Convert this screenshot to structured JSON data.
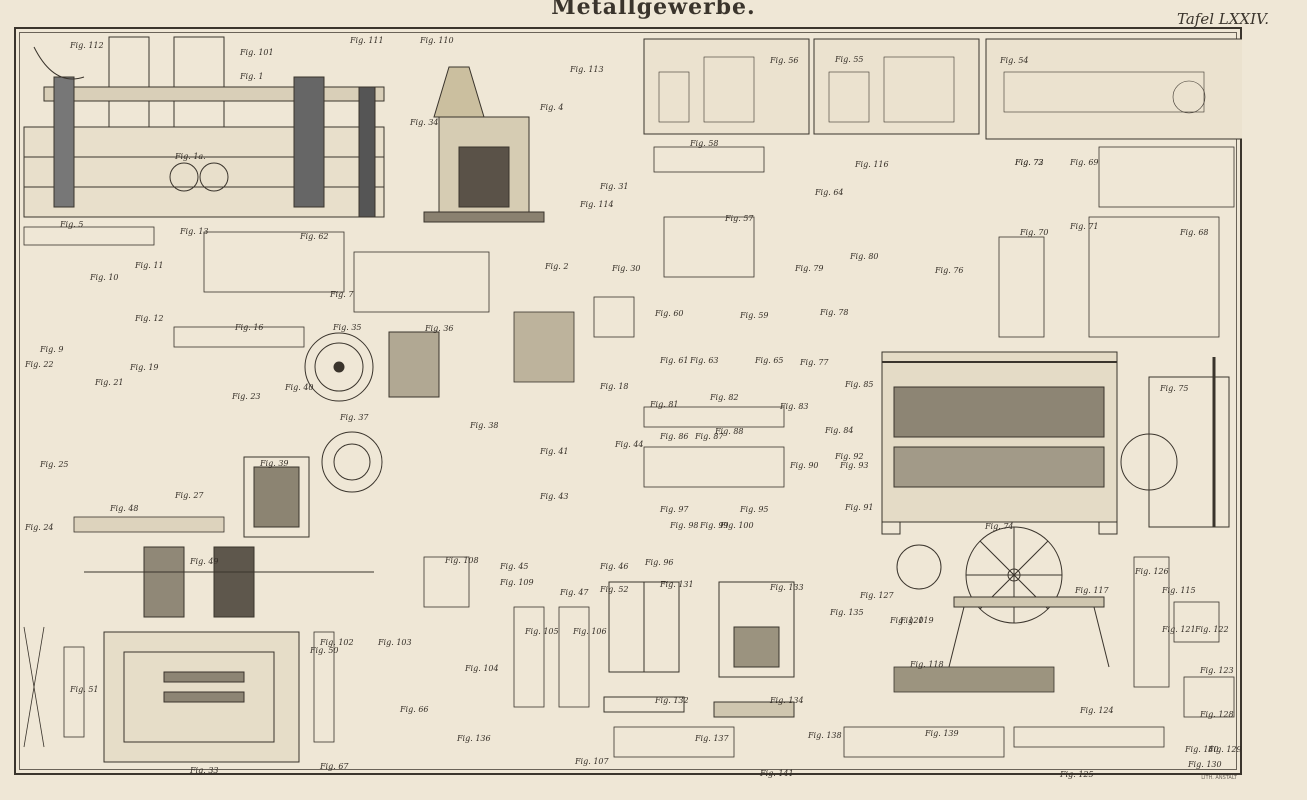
{
  "plate": {
    "title": "Metallgewerbe.",
    "number": "Tafel LXXIV."
  },
  "imprint": "LITH. ANSTALT",
  "figure_labels": [
    "Fig. 1",
    "Fig. 1a.",
    "Fig. 2",
    "Fig. 4",
    "Fig. 5",
    "Fig. 7",
    "Fig. 9",
    "Fig. 10",
    "Fig. 11",
    "Fig. 12",
    "Fig. 13",
    "Fig. 16",
    "Fig. 18",
    "Fig. 19",
    "Fig. 21",
    "Fig. 22",
    "Fig. 23",
    "Fig. 24",
    "Fig. 25",
    "Fig. 27",
    "Fig. 30",
    "Fig. 31",
    "Fig. 33",
    "Fig. 34",
    "Fig. 35",
    "Fig. 36",
    "Fig. 37",
    "Fig. 38",
    "Fig. 39",
    "Fig. 40",
    "Fig. 41",
    "Fig. 43",
    "Fig. 44",
    "Fig. 45",
    "Fig. 46",
    "Fig. 47",
    "Fig. 48",
    "Fig. 49",
    "Fig. 50",
    "Fig. 51",
    "Fig. 52",
    "Fig. 54",
    "Fig. 55",
    "Fig. 56",
    "Fig. 57",
    "Fig. 58",
    "Fig. 59",
    "Fig. 60",
    "Fig. 61",
    "Fig. 62",
    "Fig. 63",
    "Fig. 64",
    "Fig. 65",
    "Fig. 66",
    "Fig. 67",
    "Fig. 68",
    "Fig. 69",
    "Fig. 70",
    "Fig. 71",
    "Fig. 72",
    "Fig. 73",
    "Fig. 74",
    "Fig. 75",
    "Fig. 76",
    "Fig. 77",
    "Fig. 78",
    "Fig. 79",
    "Fig. 80",
    "Fig. 81",
    "Fig. 82",
    "Fig. 83",
    "Fig. 84",
    "Fig. 85",
    "Fig. 86",
    "Fig. 87",
    "Fig. 88",
    "Fig. 90",
    "Fig. 91",
    "Fig. 92",
    "Fig. 93",
    "Fig. 95",
    "Fig. 96",
    "Fig. 97",
    "Fig. 98",
    "Fig. 99",
    "Fig. 100",
    "Fig. 101",
    "Fig. 102",
    "Fig. 103",
    "Fig. 104",
    "Fig. 105",
    "Fig. 106",
    "Fig. 107",
    "Fig. 108",
    "Fig. 109",
    "Fig. 110",
    "Fig. 111",
    "Fig. 112",
    "Fig. 113",
    "Fig. 114",
    "Fig. 115",
    "Fig. 116",
    "Fig. 117",
    "Fig. 118",
    "Fig. 119",
    "Fig. 120",
    "Fig. 121",
    "Fig. 122",
    "Fig. 123",
    "Fig. 124",
    "Fig. 125",
    "Fig. 126",
    "Fig. 127",
    "Fig. 128",
    "Fig. 129",
    "Fig. 130",
    "Fig. 131",
    "Fig. 132",
    "Fig. 133",
    "Fig. 134",
    "Fig. 135",
    "Fig. 136",
    "Fig. 137",
    "Fig. 138",
    "Fig. 139",
    "Fig. 140",
    "Fig. 141"
  ]
}
